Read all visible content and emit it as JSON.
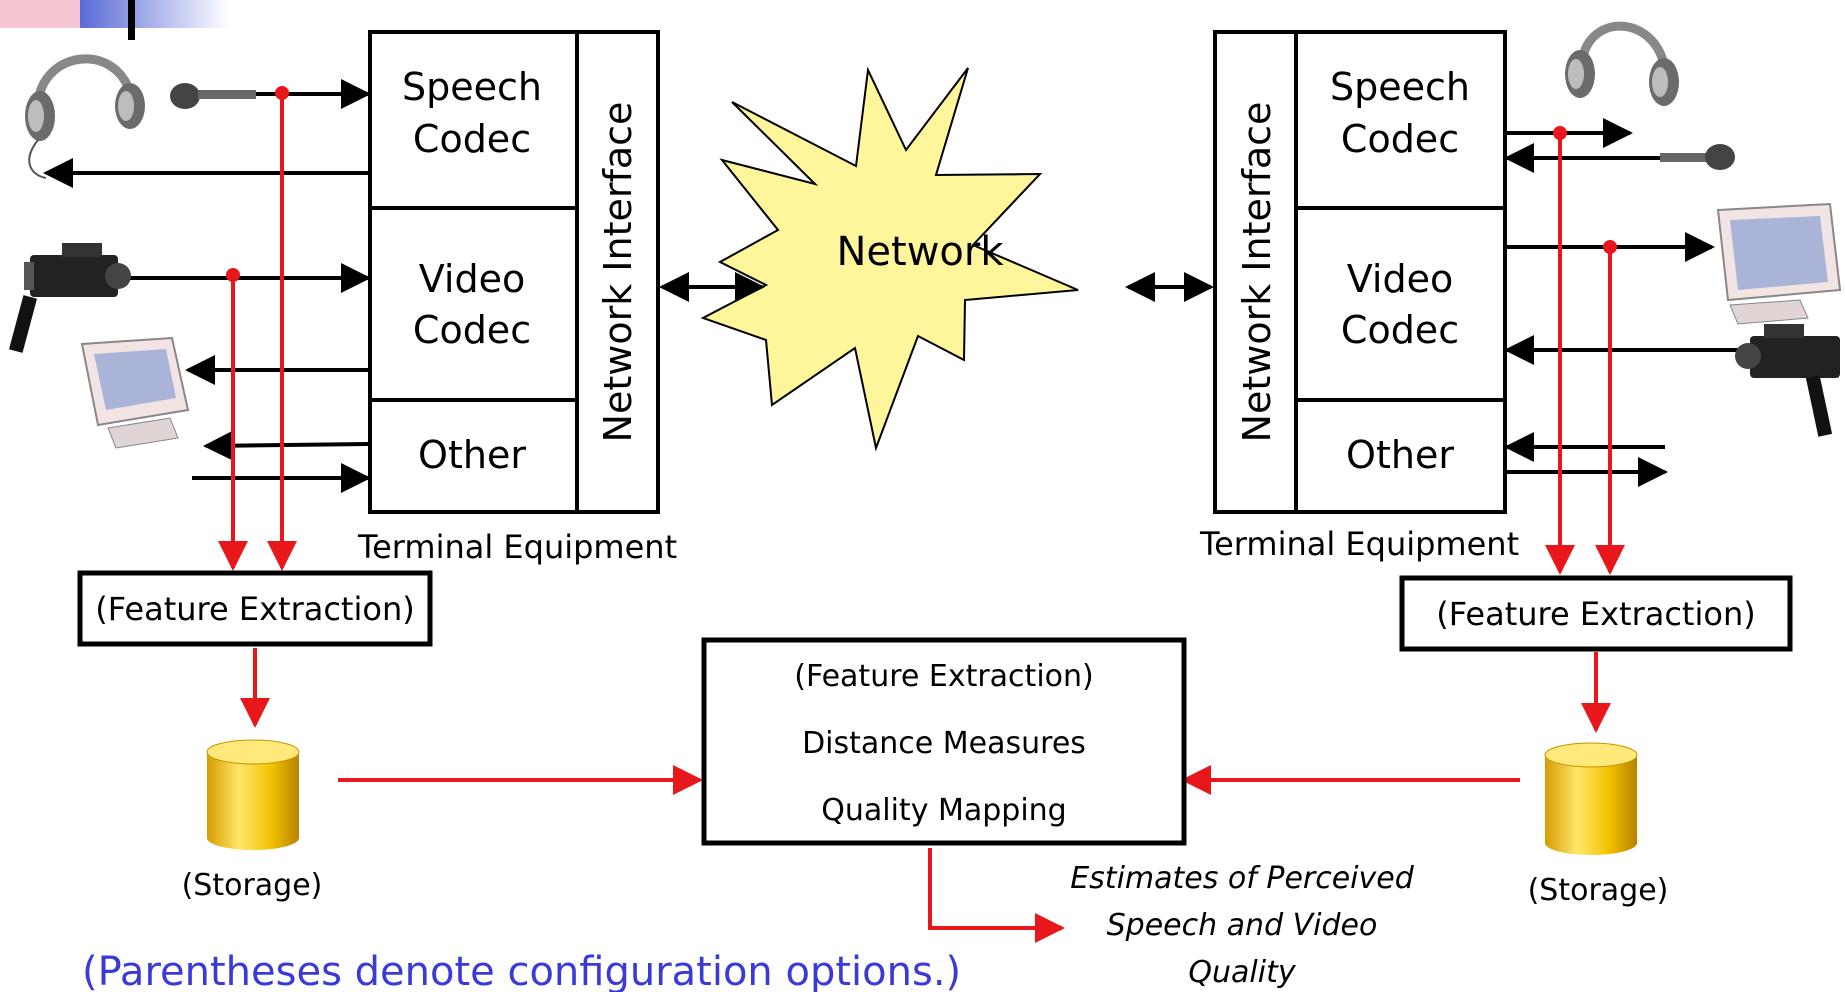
{
  "terminal": {
    "speech_codec": [
      "Speech",
      "Codec"
    ],
    "video_codec": [
      "Video",
      "Codec"
    ],
    "other": "Other",
    "network_interface": "Network Interface",
    "caption": "Terminal Equipment"
  },
  "network_label": "Network",
  "feature_extraction": "(Feature Extraction)",
  "storage_label": "(Storage)",
  "analysis": {
    "lines": [
      "(Feature Extraction)",
      "Distance Measures",
      "Quality Mapping"
    ]
  },
  "estimates": [
    "Estimates of Perceived",
    "Speech and Video",
    "Quality"
  ],
  "footnote": "(Parentheses denote configuration options.)",
  "colors": {
    "flow_red": "#e8171b",
    "footnote_blue": "#3a3ad8",
    "network_fill": "#fff59a",
    "storage_gold": "#f2c200",
    "accent_bar": "#5a6bd6"
  },
  "icons": [
    "headphones-icon",
    "microphone-icon",
    "video-camera-icon",
    "monitor-icon",
    "database-icon"
  ]
}
